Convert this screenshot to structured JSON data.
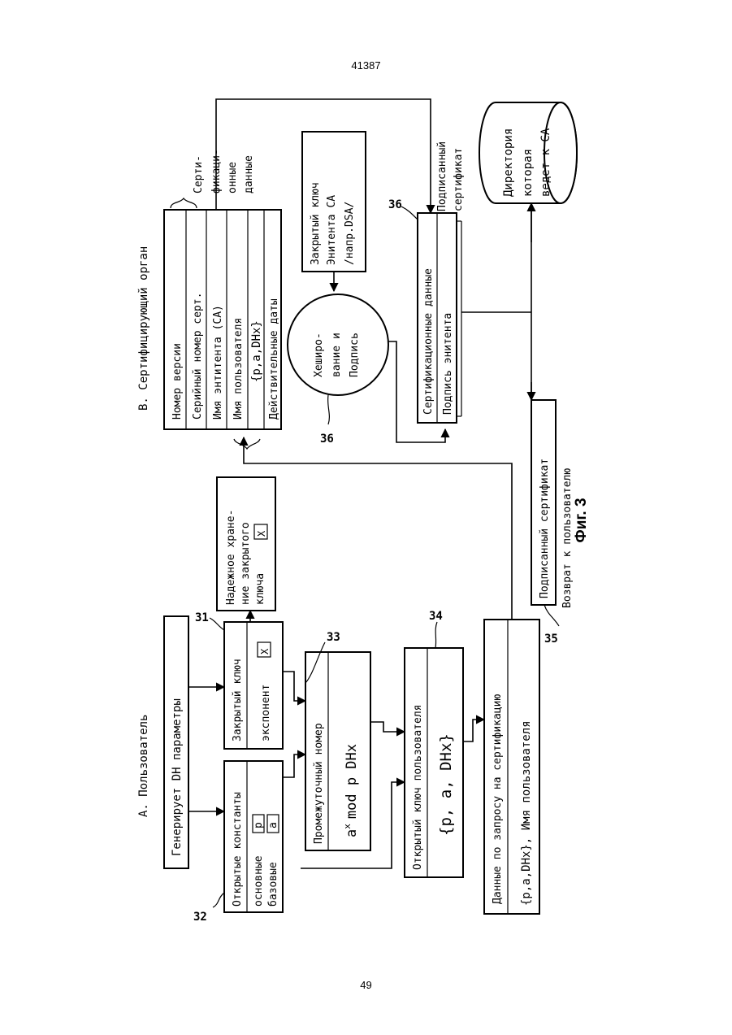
{
  "page": {
    "number_top": "41387",
    "number_bottom": "49",
    "caption": "Фиг. 3"
  },
  "section_a": {
    "title": "A. Пользователь"
  },
  "section_b": {
    "title": "B. Сертифицирующий орган"
  },
  "generate_box": {
    "label": "Генерирует DH параметры"
  },
  "public_constants": {
    "header": "Открытые константы",
    "row1": "основные",
    "row2": "базовые",
    "p_label": "p",
    "a_label": "a",
    "ref": "32"
  },
  "private_key": {
    "header": "Закрытый ключ",
    "row": "экспонент",
    "x_label": "X",
    "ref": "31"
  },
  "secure_storage": {
    "line1": "Надежное хране-",
    "line2": "ние закрытого",
    "line3": "ключа",
    "x_label": "X"
  },
  "intermediate": {
    "header": "Промежуточный номер",
    "formula_base": "a",
    "formula_exp": "x",
    "formula_rest": "mod p   DHx",
    "ref": "33"
  },
  "user_public_key": {
    "header": "Открытый ключ пользователя",
    "value": "{p, a, DHx}",
    "ref": "34"
  },
  "request": {
    "header": "Данные по запросу на сертификацию",
    "value": "{p,a,DHx}, Имя пользователя"
  },
  "cert_fields": {
    "rows": [
      "Номер версии",
      "Серийный номер серт.",
      "Имя энтитента (CA)",
      "Имя пользователя",
      "{p,a,DHx}",
      "Действительные даты"
    ],
    "brace_label_1": "Серти-",
    "brace_label_2": "фикаци-",
    "brace_label_3": "онные",
    "brace_label_4": "данные"
  },
  "ca_private_key": {
    "line1": "Закрытый ключ",
    "line2": "Энитента CA",
    "line3": "/напр.DSA/"
  },
  "hash_sign": {
    "line1": "Хеширо-",
    "line2": "вание и",
    "line3": "Подпись",
    "ref": "36"
  },
  "signed_output": {
    "row1": "Сертификационные данные",
    "row2": "Подпись энитента",
    "ref": "36",
    "side_label_1": "Подписанный",
    "side_label_2": "сертификат"
  },
  "directory": {
    "line1": "Директория",
    "line2": "которая",
    "line3": "ведет к CA"
  },
  "returned_cert": {
    "box_label": "Подписанный сертификат",
    "caption": "Возврат к пользователю",
    "ref": "35"
  }
}
